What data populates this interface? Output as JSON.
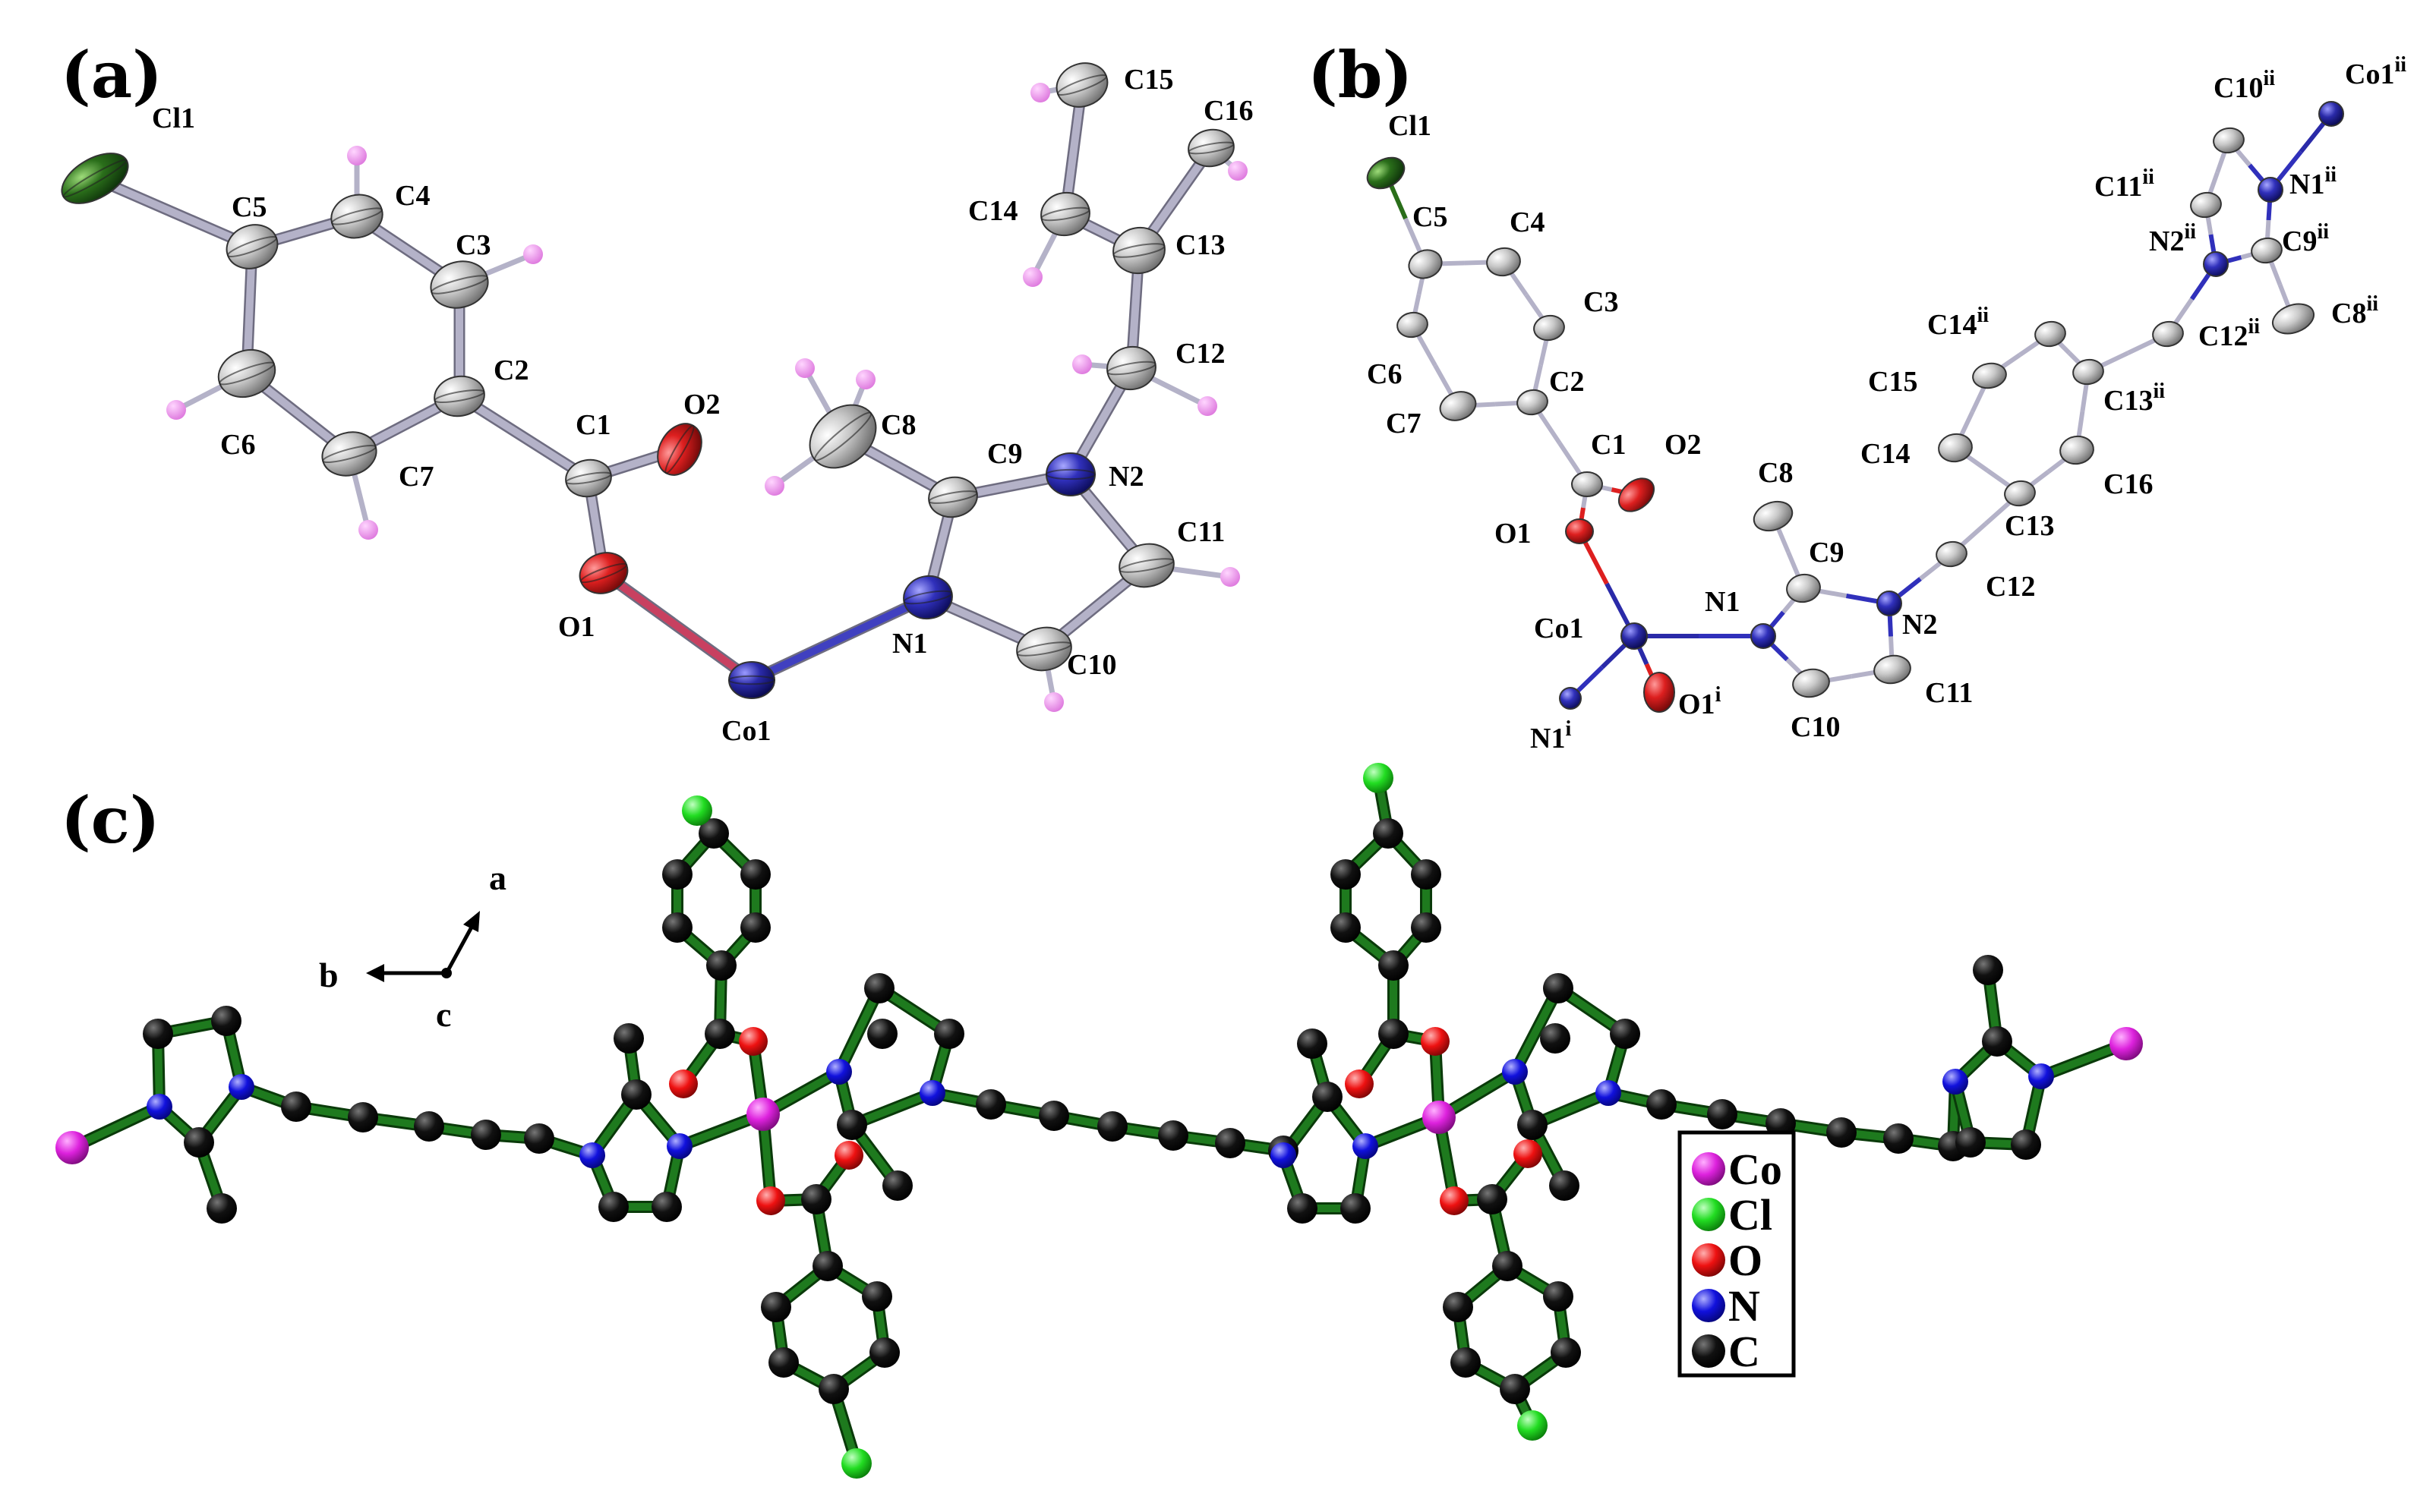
{
  "panels": {
    "a": {
      "label": "(a)",
      "atoms": [
        {
          "id": "Cl1",
          "label": "Cl1",
          "el": "Cl"
        },
        {
          "id": "C5",
          "label": "C5",
          "el": "C"
        },
        {
          "id": "C4",
          "label": "C4",
          "el": "C"
        },
        {
          "id": "C3",
          "label": "C3",
          "el": "C"
        },
        {
          "id": "C2",
          "label": "C2",
          "el": "C"
        },
        {
          "id": "C6",
          "label": "C6",
          "el": "C"
        },
        {
          "id": "C7",
          "label": "C7",
          "el": "C"
        },
        {
          "id": "C1",
          "label": "C1",
          "el": "C"
        },
        {
          "id": "O2",
          "label": "O2",
          "el": "O"
        },
        {
          "id": "O1",
          "label": "O1",
          "el": "O"
        },
        {
          "id": "Co1",
          "label": "Co1",
          "el": "Co"
        },
        {
          "id": "N1",
          "label": "N1",
          "el": "N"
        },
        {
          "id": "C9",
          "label": "C9",
          "el": "C"
        },
        {
          "id": "C8",
          "label": "C8",
          "el": "C"
        },
        {
          "id": "N2",
          "label": "N2",
          "el": "N"
        },
        {
          "id": "C11",
          "label": "C11",
          "el": "C"
        },
        {
          "id": "C10",
          "label": "C10",
          "el": "C"
        },
        {
          "id": "C12",
          "label": "C12",
          "el": "C"
        },
        {
          "id": "C13",
          "label": "C13",
          "el": "C"
        },
        {
          "id": "C14",
          "label": "C14",
          "el": "C"
        },
        {
          "id": "C15",
          "label": "C15",
          "el": "C"
        },
        {
          "id": "C16",
          "label": "C16",
          "el": "C"
        }
      ]
    },
    "b": {
      "label": "(b)",
      "atoms": [
        {
          "id": "Cl1",
          "label": "Cl1",
          "sup": "",
          "el": "Cl"
        },
        {
          "id": "C5",
          "label": "C5",
          "sup": "",
          "el": "C"
        },
        {
          "id": "C4",
          "label": "C4",
          "sup": "",
          "el": "C"
        },
        {
          "id": "C3",
          "label": "C3",
          "sup": "",
          "el": "C"
        },
        {
          "id": "C6",
          "label": "C6",
          "sup": "",
          "el": "C"
        },
        {
          "id": "C7",
          "label": "C7",
          "sup": "",
          "el": "C"
        },
        {
          "id": "C2",
          "label": "C2",
          "sup": "",
          "el": "C"
        },
        {
          "id": "C1",
          "label": "C1",
          "sup": "",
          "el": "C"
        },
        {
          "id": "O2",
          "label": "O2",
          "sup": "",
          "el": "O"
        },
        {
          "id": "O1",
          "label": "O1",
          "sup": "",
          "el": "O"
        },
        {
          "id": "Co1",
          "label": "Co1",
          "sup": "",
          "el": "Co"
        },
        {
          "id": "N1i",
          "label": "N1",
          "sup": "i",
          "el": "N"
        },
        {
          "id": "O1i",
          "label": "O1",
          "sup": "i",
          "el": "O"
        },
        {
          "id": "N1",
          "label": "N1",
          "sup": "",
          "el": "N"
        },
        {
          "id": "C8",
          "label": "C8",
          "sup": "",
          "el": "C"
        },
        {
          "id": "C9",
          "label": "C9",
          "sup": "",
          "el": "C"
        },
        {
          "id": "N2",
          "label": "N2",
          "sup": "",
          "el": "N"
        },
        {
          "id": "C10",
          "label": "C10",
          "sup": "",
          "el": "C"
        },
        {
          "id": "C11",
          "label": "C11",
          "sup": "",
          "el": "C"
        },
        {
          "id": "C12",
          "label": "C12",
          "sup": "",
          "el": "C"
        },
        {
          "id": "C13",
          "label": "C13",
          "sup": "",
          "el": "C"
        },
        {
          "id": "C14",
          "label": "C14",
          "sup": "",
          "el": "C"
        },
        {
          "id": "C15",
          "label": "C15",
          "sup": "",
          "el": "C"
        },
        {
          "id": "C16",
          "label": "C16",
          "sup": "",
          "el": "C"
        },
        {
          "id": "C13ii",
          "label": "C13",
          "sup": "ii",
          "el": "C"
        },
        {
          "id": "C14ii",
          "label": "C14",
          "sup": "ii",
          "el": "C"
        },
        {
          "id": "C12ii",
          "label": "C12",
          "sup": "ii",
          "el": "C"
        },
        {
          "id": "N2ii",
          "label": "N2",
          "sup": "ii",
          "el": "N"
        },
        {
          "id": "C9ii",
          "label": "C9",
          "sup": "ii",
          "el": "C"
        },
        {
          "id": "C8ii",
          "label": "C8",
          "sup": "ii",
          "el": "C"
        },
        {
          "id": "N1ii",
          "label": "N1",
          "sup": "ii",
          "el": "N"
        },
        {
          "id": "C11ii",
          "label": "C11",
          "sup": "ii",
          "el": "C"
        },
        {
          "id": "C10ii",
          "label": "C10",
          "sup": "ii",
          "el": "C"
        },
        {
          "id": "Co1ii",
          "label": "Co1",
          "sup": "ii",
          "el": "Co"
        }
      ]
    },
    "c": {
      "label": "(c)",
      "axes": {
        "a": "a",
        "b": "b",
        "c": "c"
      },
      "legend": [
        {
          "symbol": "Co",
          "color": "#dd22dd"
        },
        {
          "symbol": "Cl",
          "color": "#22dd22"
        },
        {
          "symbol": "O",
          "color": "#ee1111"
        },
        {
          "symbol": "N",
          "color": "#1111dd"
        },
        {
          "symbol": "C",
          "color": "#000000"
        }
      ]
    }
  },
  "colors": {
    "bond_a": "#b4b2c8",
    "ellipsoid_C": "#c8c8c8",
    "ellipsoid_Cl": "#2a6e1a",
    "ellipsoid_O": "#dd1f1f",
    "ellipsoid_N": "#3030bb",
    "hydrogen": "#ee88ee",
    "bond_c": "#1e7a1e"
  }
}
